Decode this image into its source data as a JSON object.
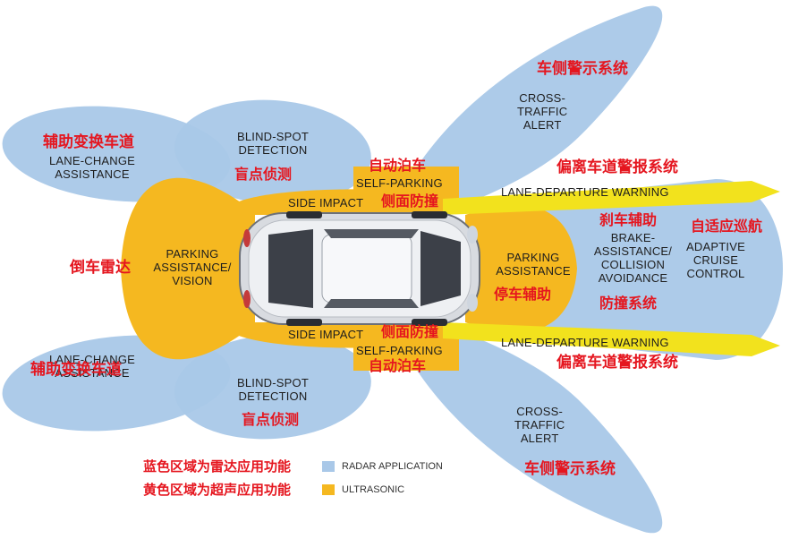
{
  "colors": {
    "radar": "#a9c8e8",
    "ultrasonic": "#f5b820",
    "lane_departure": "#f2e21d",
    "label_cn": "#e5161f",
    "label_en": "#1e1e1e"
  },
  "zones": {
    "cross_traffic_top": {
      "en": [
        "CROSS-",
        "TRAFFIC",
        "ALERT"
      ],
      "cn": "车侧警示系统"
    },
    "cross_traffic_bottom": {
      "en": [
        "CROSS-",
        "TRAFFIC",
        "ALERT"
      ],
      "cn": "车侧警示系统"
    },
    "lane_change_top": {
      "en": [
        "LANE-CHANGE",
        "ASSISTANCE"
      ],
      "cn": "辅助变换车道"
    },
    "lane_change_bottom": {
      "en": [
        "LANE-CHANGE",
        "ASSISTANCE"
      ],
      "cn": "辅助变换车道"
    },
    "blind_spot_top": {
      "en": [
        "BLIND-SPOT",
        "DETECTION"
      ],
      "cn": "盲点侦测"
    },
    "blind_spot_bottom": {
      "en": [
        "BLIND-SPOT",
        "DETECTION"
      ],
      "cn": "盲点侦测"
    },
    "self_parking_top": {
      "en": "SELF-PARKING",
      "cn": "自动泊车"
    },
    "self_parking_bottom": {
      "en": "SELF-PARKING",
      "cn": "自动泊车"
    },
    "side_impact_top": {
      "en": "SIDE IMPACT",
      "cn": "侧面防撞"
    },
    "side_impact_bottom": {
      "en": "SIDE IMPACT",
      "cn": "侧面防撞"
    },
    "lane_departure_top": {
      "en": "LANE-DEPARTURE WARNING",
      "cn": "偏离车道警报系统"
    },
    "lane_departure_bottom": {
      "en": "LANE-DEPARTURE WARNING",
      "cn": "偏离车道警报系统"
    },
    "parking_rear": {
      "en": [
        "PARKING",
        "ASSISTANCE/",
        "VISION"
      ],
      "cn": "倒车雷达"
    },
    "parking_front": {
      "en": [
        "PARKING",
        "ASSISTANCE"
      ],
      "cn": "停车辅助"
    },
    "brake_assist": {
      "en": [
        "BRAKE-",
        "ASSISTANCE/",
        "COLLISION",
        "AVOIDANCE"
      ],
      "cn_top": "刹车辅助",
      "cn_bottom": "防撞系统"
    },
    "adaptive_cruise": {
      "en": [
        "ADAPTIVE",
        "CRUISE",
        "CONTROL"
      ],
      "cn": "自适应巡航"
    }
  },
  "legend": {
    "radar": {
      "cn": "蓝色区域为雷达应用功能",
      "en": "RADAR APPLICATION"
    },
    "ultrasonic": {
      "cn": "黄色区域为超声应用功能",
      "en": "ULTRASONIC"
    }
  }
}
